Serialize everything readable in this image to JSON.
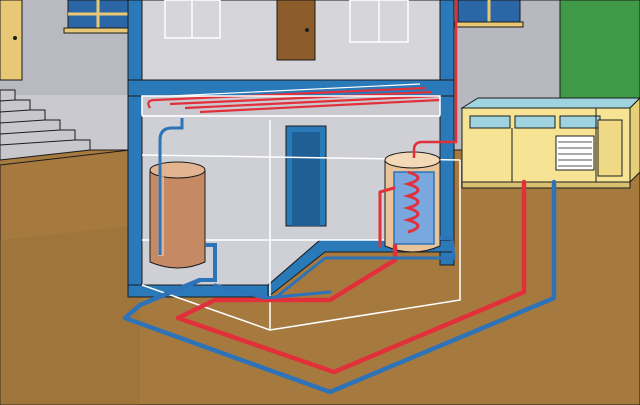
{
  "scene": {
    "title": "",
    "colors": {
      "sky": "#9fd3df",
      "wall": "#c9c9cf",
      "wall_dark": "#a9aab2",
      "ground": "#a67a3f",
      "ground_dark": "#8f6733",
      "grass": "#3f9a47",
      "frame_blue": "#2a79b8",
      "pipe_red": "#e2303a",
      "pipe_blue": "#2e73b8",
      "tank_copper": "#c58a63",
      "unit_yellow": "#f7e394",
      "door_brown": "#8c5c2b",
      "window_blue": "#2b66a6",
      "stairs": "#c8c8cc",
      "outline": "#1c1c1c"
    },
    "components": [
      {
        "id": "house",
        "icon": "house-icon"
      },
      {
        "id": "underfloor-heating",
        "icon": "heating-loop-icon"
      },
      {
        "id": "storage-tank",
        "icon": "tank-icon"
      },
      {
        "id": "buffer-tank-with-coil",
        "icon": "coil-tank-icon"
      },
      {
        "id": "outdoor-unit",
        "icon": "heat-pump-icon"
      },
      {
        "id": "ground-loop",
        "icon": "pipe-icon"
      }
    ]
  }
}
